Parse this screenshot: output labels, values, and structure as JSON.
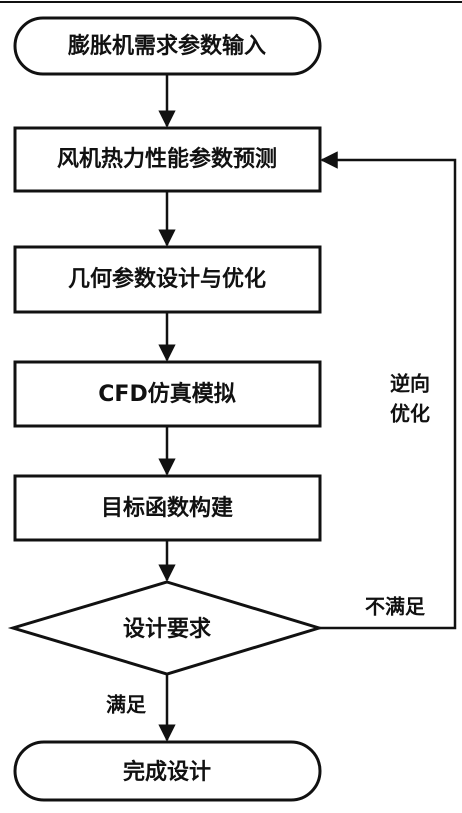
{
  "nodes": {
    "start": "膨胀机需求参数输入",
    "step1": "风机热力性能参数预测",
    "step2": "几何参数设计与优化",
    "step3": "CFD仿真模拟",
    "step4": "目标函数构建",
    "decision": "设计要求",
    "end": "完成设计"
  },
  "edges": {
    "satisfied": "满足",
    "not_satisfied": "不满足",
    "feedback_line1": "逆向",
    "feedback_line2": "优化"
  },
  "colors": {
    "stroke": "#111111",
    "fill": "#ffffff",
    "text": "#111111"
  }
}
